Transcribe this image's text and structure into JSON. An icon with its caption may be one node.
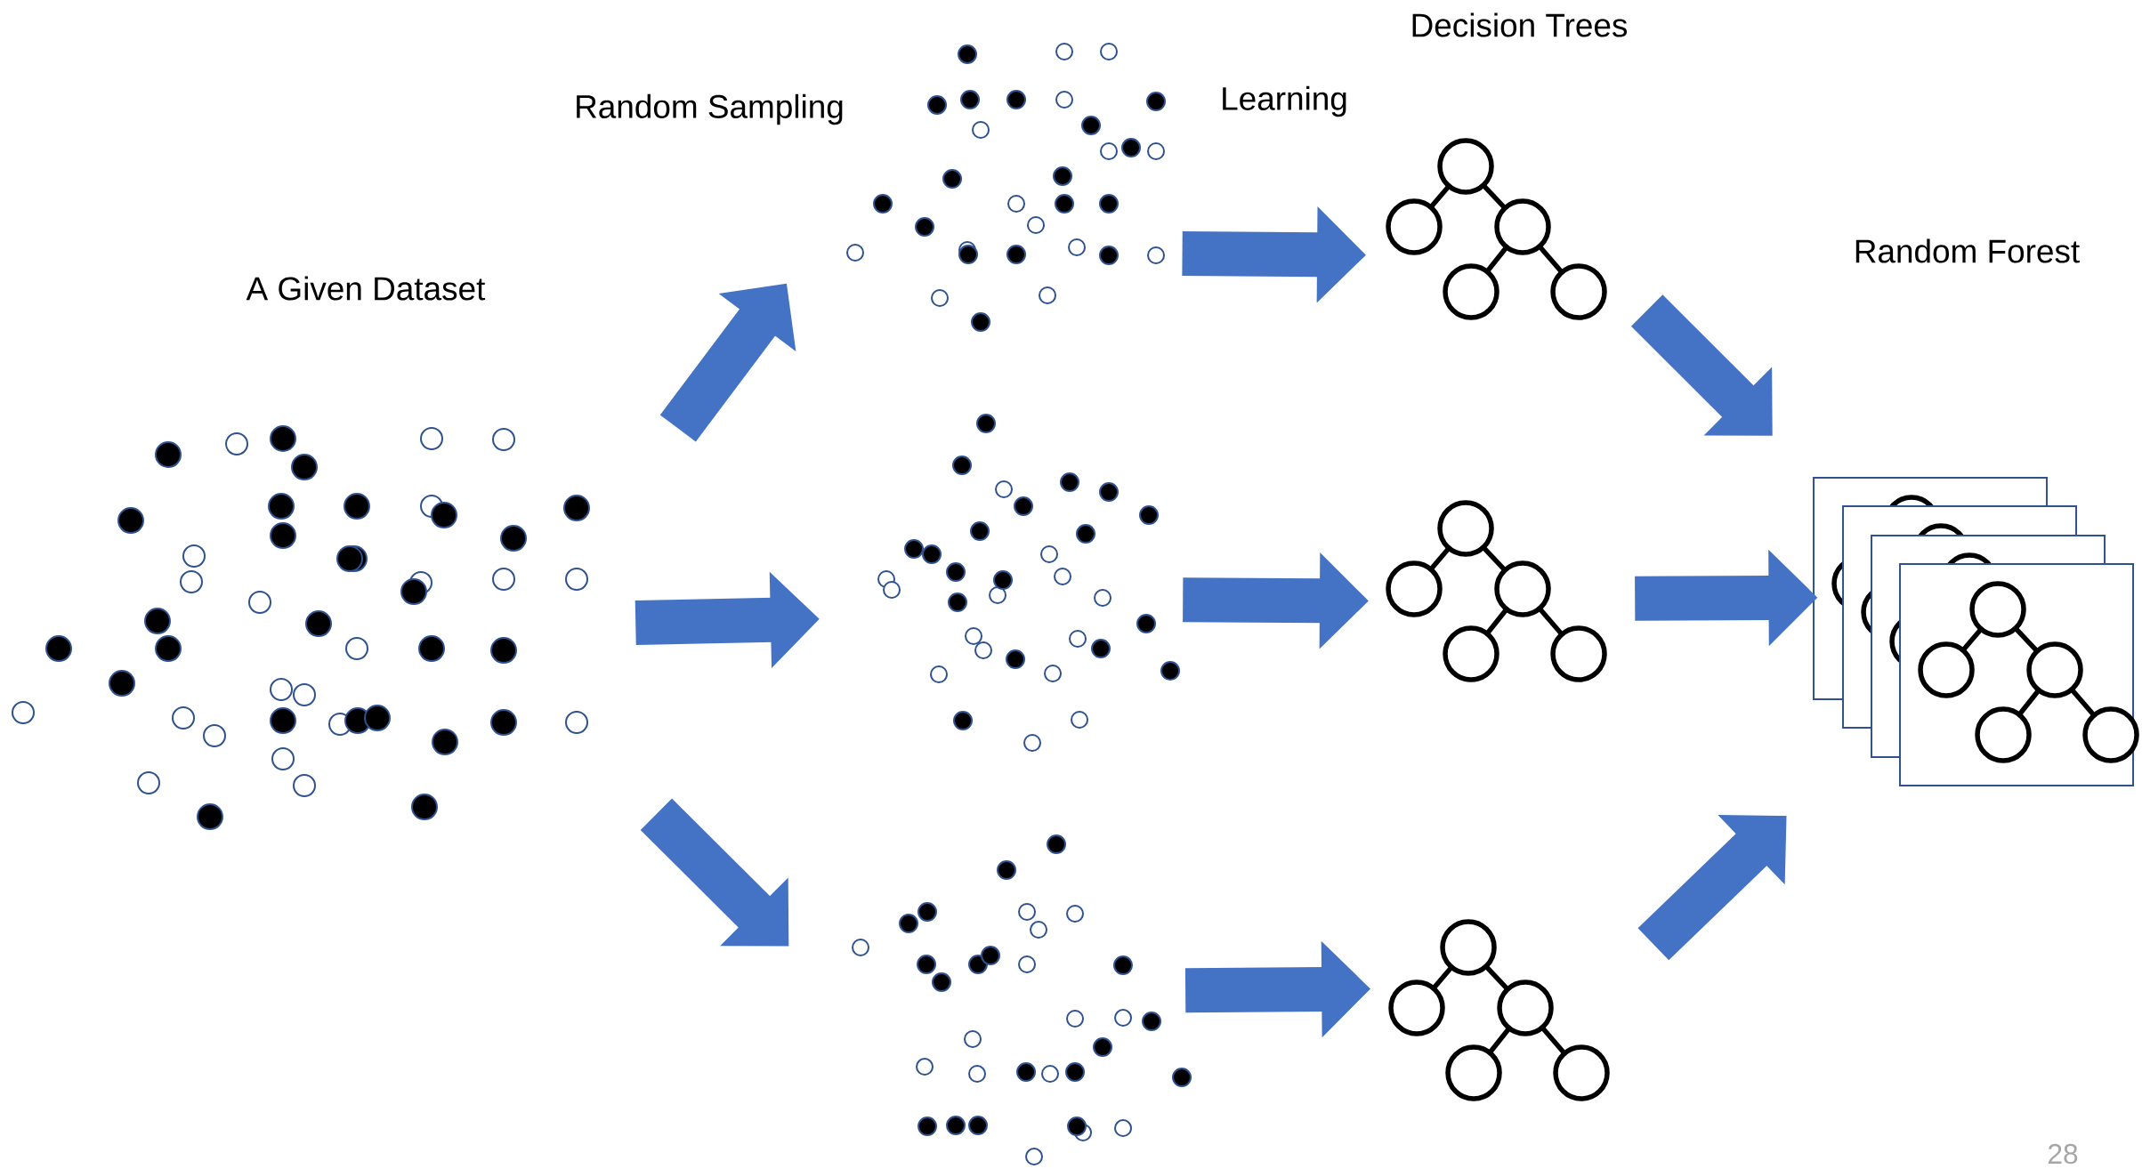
{
  "diagram": {
    "nodes": [
      {
        "text": [
          "A Given Dataset"
        ]
      },
      {
        "text": [],
        "shape": "picture"
      },
      {
        "text": [],
        "shape": "picture"
      },
      {
        "text": [],
        "shape": "picture"
      },
      {
        "text": [],
        "shape": "picture"
      },
      {
        "text": [],
        "shape": "picture"
      },
      {
        "text": [],
        "shape": "picture"
      },
      {
        "text": [],
        "shape": "picture"
      }
    ],
    "edges": [
      {
        "from": 0,
        "to": 1,
        "arrow": "to"
      },
      {
        "from": 0,
        "to": 2,
        "arrow": "to"
      },
      {
        "from": 0,
        "to": 3,
        "arrow": "to"
      },
      {
        "from": 1,
        "to": 4,
        "arrow": "to"
      },
      {
        "from": 2,
        "to": 5,
        "arrow": "to"
      },
      {
        "from": 3,
        "to": 6,
        "arrow": "to"
      },
      {
        "from": 4,
        "to": 7,
        "arrow": "to"
      },
      {
        "from": 5,
        "to": 7,
        "arrow": "to"
      },
      {
        "from": 6,
        "to": 7,
        "arrow": "to"
      }
    ],
    "labels": [
      "Random Sampling",
      "Learning",
      "Decision Trees",
      "Random Forest",
      "28"
    ]
  }
}
